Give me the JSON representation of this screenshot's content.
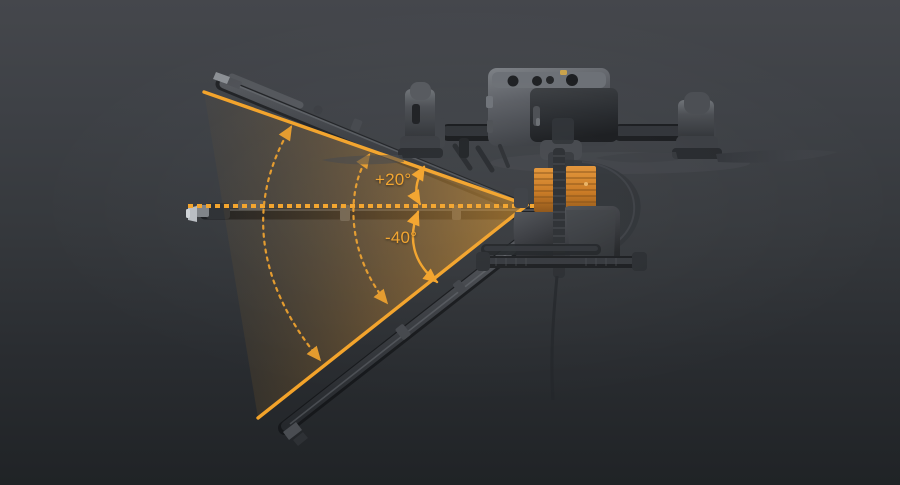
{
  "scene": {
    "title": "Agricultural spray drone radar tilt range diagram",
    "background": {
      "top_color": "#45474C",
      "bottom_color": "#202326",
      "type": "vertical-gradient"
    }
  },
  "annotations": {
    "accent_color": "#F3A32A",
    "cone_fill_color": "#C68A2E",
    "labels": [
      {
        "id": "upper-angle",
        "text": "+20°",
        "value": 20,
        "unit": "degrees",
        "direction": "up"
      },
      {
        "id": "lower-angle",
        "text": "-40°",
        "value": -40,
        "unit": "degrees",
        "direction": "down"
      }
    ],
    "reference_line": {
      "name": "horizontal-reference-axis",
      "style": "dotted",
      "color": "#F3A32A"
    },
    "arcs": [
      {
        "id": "outer-sweep-arc",
        "style": "dotted",
        "arrowheads": "both"
      },
      {
        "id": "inner-sweep-arc",
        "style": "dotted",
        "arrowheads": "both"
      },
      {
        "id": "upper-angle-arc",
        "style": "solid",
        "arrowheads": "both"
      },
      {
        "id": "lower-angle-arc",
        "style": "solid",
        "arrowheads": "both"
      }
    ],
    "cone": {
      "apex_label": "radar-emitter-apex",
      "upper_bound_label": "upper-beam-boundary",
      "lower_bound_label": "lower-beam-boundary"
    }
  },
  "drone": {
    "name": "spray-drone",
    "parts": [
      {
        "id": "fuselage",
        "label": "Fuselage body"
      },
      {
        "id": "camera-module",
        "label": "Front camera module"
      },
      {
        "id": "arm-front-left",
        "label": "Front left arm"
      },
      {
        "id": "arm-front-right",
        "label": "Front right arm"
      },
      {
        "id": "motor-left",
        "label": "Left motor"
      },
      {
        "id": "motor-right",
        "label": "Right motor"
      },
      {
        "id": "propeller-left",
        "label": "Left propeller"
      },
      {
        "id": "propeller-right",
        "label": "Right propeller"
      },
      {
        "id": "heatsink-fins",
        "label": "Orange heat sink fins",
        "color": "#C8791F"
      },
      {
        "id": "payload-tank",
        "label": "Payload tank"
      },
      {
        "id": "radar-pod",
        "label": "Radar pod"
      },
      {
        "id": "landing-gear",
        "label": "Landing gear"
      },
      {
        "id": "spray-boom-upper",
        "label": "Upper spray boom"
      },
      {
        "id": "spray-boom-lower",
        "label": "Lower spray boom"
      },
      {
        "id": "spray-boom-center",
        "label": "Center spray boom"
      },
      {
        "id": "nozzle-left",
        "label": "Left spray nozzle"
      }
    ]
  }
}
